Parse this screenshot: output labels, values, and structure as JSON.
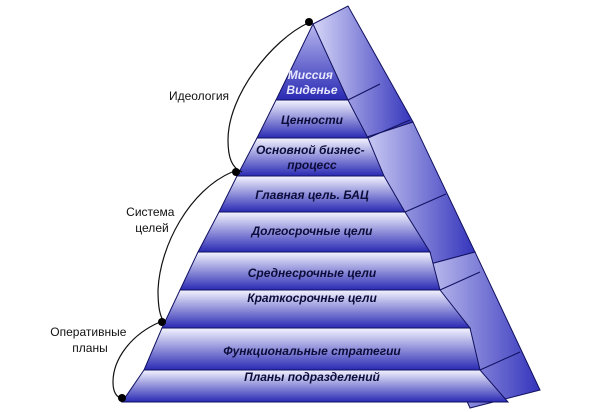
{
  "diagram": {
    "groups": [
      {
        "id": "ideology",
        "label": "Идеология"
      },
      {
        "id": "goals",
        "label_lines": [
          "Система",
          "целей"
        ]
      },
      {
        "id": "plans",
        "label_lines": [
          "Оперативные",
          "планы"
        ]
      }
    ],
    "levels": [
      {
        "id": "mission",
        "lines": [
          "Миссия",
          "Виденье"
        ]
      },
      {
        "id": "values",
        "lines": [
          "Ценности"
        ]
      },
      {
        "id": "core",
        "lines": [
          "Основной бизнес-",
          "процесс"
        ]
      },
      {
        "id": "main-goal",
        "lines": [
          "Главная цель. БАЦ"
        ]
      },
      {
        "id": "long-term",
        "lines": [
          "Долгосрочные цели"
        ]
      },
      {
        "id": "mid-term",
        "lines": [
          "Среднесрочные  цели"
        ]
      },
      {
        "id": "short-term",
        "lines": [
          "Краткосрочные  цели"
        ]
      },
      {
        "id": "functional",
        "lines": [
          "Функциональные стратегии"
        ]
      },
      {
        "id": "departments",
        "lines": [
          "Планы подразделений"
        ]
      }
    ],
    "colors": {
      "face_dark": "#2a2ab4",
      "face_light": "#f4f4ff",
      "side_face": "#3434bc",
      "side_face_light": "#d6d6f8",
      "outline": "#101060",
      "connector": "#111111"
    }
  }
}
